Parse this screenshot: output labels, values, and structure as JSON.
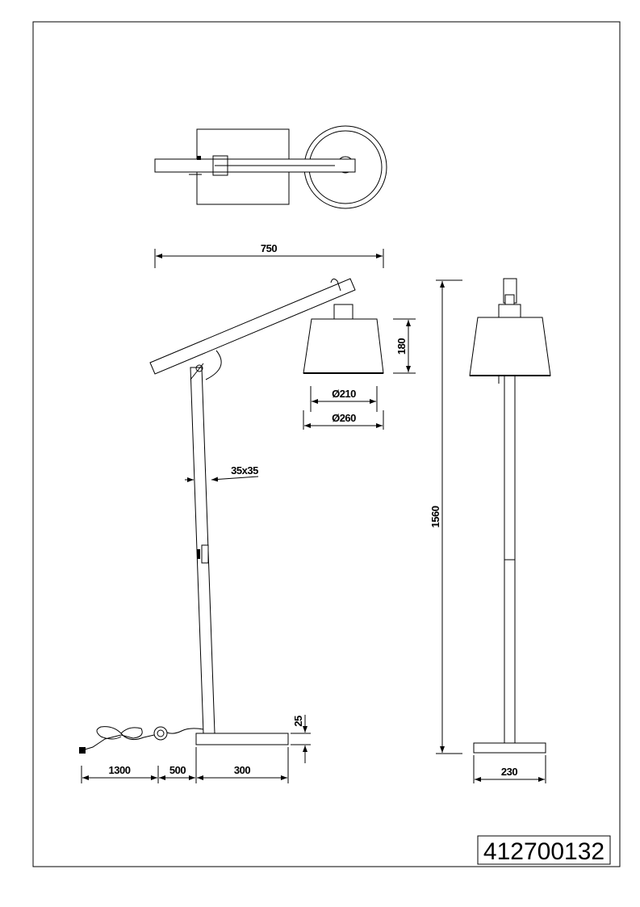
{
  "product_code": "412700132",
  "dimensions": {
    "arm_length": "750",
    "shade_height": "180",
    "shade_top_diameter": "Ø210",
    "shade_bottom_diameter": "Ø260",
    "pole_section": "35x35",
    "total_height": "1560",
    "base_thickness": "25",
    "cable_length": "1300",
    "switch_distance": "500",
    "base_side_width": "300",
    "base_front_width": "230"
  }
}
